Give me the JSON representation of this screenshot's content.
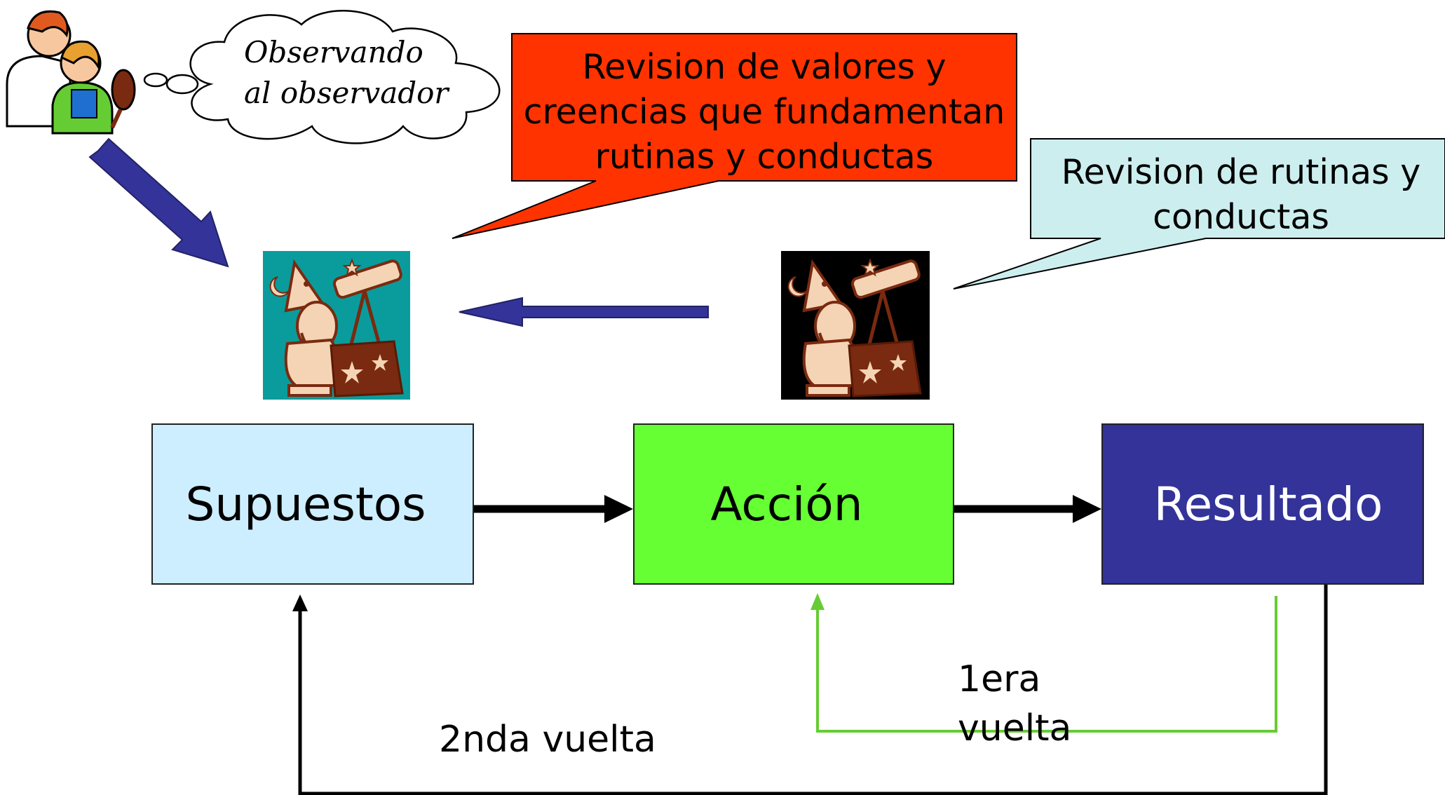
{
  "thought": {
    "line1": "Observando",
    "line2": "al observador"
  },
  "callout_values": {
    "line1": "Revision de valores y",
    "line2": "creencias que fundamentan",
    "line3": "rutinas y conductas",
    "color": "#ff3300"
  },
  "callout_routines": {
    "line1": "Revision de rutinas y",
    "line2": "conductas",
    "color": "#cceeee"
  },
  "boxes": {
    "supuestos": {
      "label": "Supuestos",
      "color": "#cceeff"
    },
    "accion": {
      "label": "Acción",
      "color": "#66ff33"
    },
    "resultado": {
      "label": "Resultado",
      "color": "#333399",
      "text_color": "#ffffff"
    }
  },
  "loops": {
    "first": {
      "line1": "1era",
      "line2": "vuelta",
      "color": "#66cc33"
    },
    "second": {
      "label": "2nda vuelta",
      "color": "#000000"
    }
  },
  "icons": {
    "observers": "people-with-mirror-icon",
    "astronomer_teal": "wizard-telescope-icon",
    "astronomer_black": "wizard-telescope-icon",
    "arrow_color": "#333399"
  }
}
